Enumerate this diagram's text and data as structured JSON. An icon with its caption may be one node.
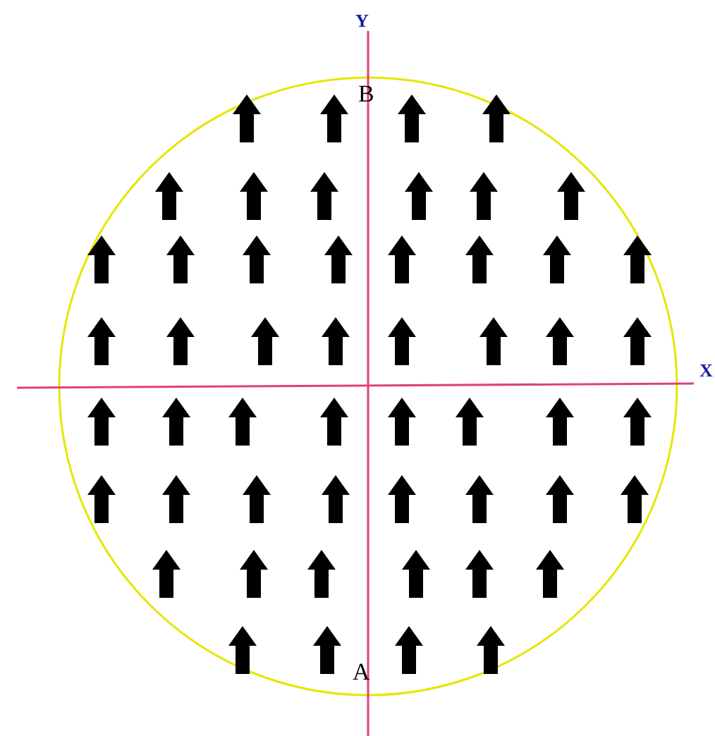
{
  "diagram": {
    "labels": [
      "Y",
      "B",
      "X",
      "A"
    ]
  }
}
